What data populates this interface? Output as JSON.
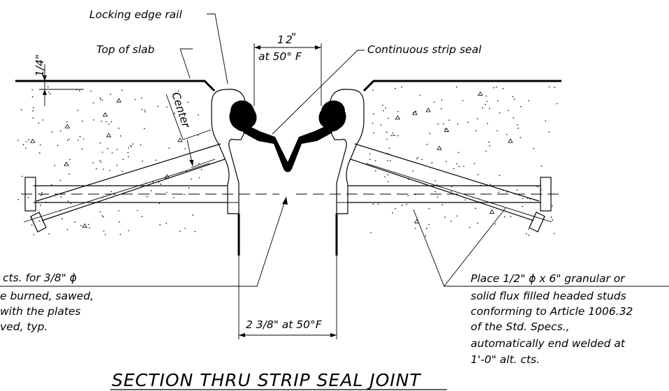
{
  "labels": {
    "locking_edge_rail": "Locking edge rail",
    "top_of_slab": "Top of slab",
    "quarter_inch": "1/4\"",
    "gap_top_main": "1",
    "gap_top_frac": "2",
    "gap_top_unit": "\"",
    "gap_top_temp": "at 50° F",
    "continuous_strip_seal": "Continuous strip seal",
    "center": "Center",
    "gap_bottom": "2 3/8\" at 50°F"
  },
  "left_note_lines": [
    "cts. for 3/8\" ϕ",
    "e burned, sawed,",
    "with the plates",
    "ved, typ."
  ],
  "right_note_lines": [
    "Place 1/2\" ϕ x 6\" granular or",
    "solid flux filled headed studs",
    "conforming to Article 1006.32",
    "of the Std. Specs.,",
    "automatically end welded at",
    "1'-0\" alt. cts."
  ],
  "title": "SECTION THRU STRIP SEAL JOINT"
}
